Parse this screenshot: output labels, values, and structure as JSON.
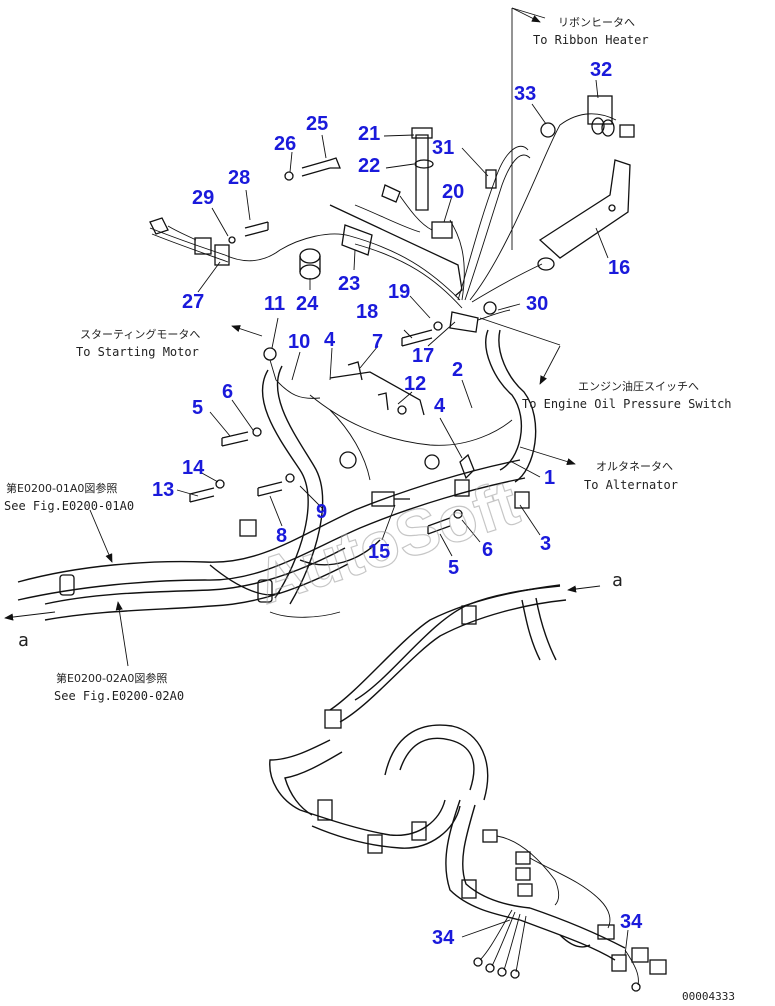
{
  "callouts": [
    {
      "id": "c1",
      "label": "1"
    },
    {
      "id": "c2",
      "label": "2"
    },
    {
      "id": "c3",
      "label": "3"
    },
    {
      "id": "c4a",
      "label": "4"
    },
    {
      "id": "c4b",
      "label": "4"
    },
    {
      "id": "c5a",
      "label": "5"
    },
    {
      "id": "c5b",
      "label": "5"
    },
    {
      "id": "c6a",
      "label": "6"
    },
    {
      "id": "c6b",
      "label": "6"
    },
    {
      "id": "c7",
      "label": "7"
    },
    {
      "id": "c8",
      "label": "8"
    },
    {
      "id": "c9",
      "label": "9"
    },
    {
      "id": "c10",
      "label": "10"
    },
    {
      "id": "c11",
      "label": "11"
    },
    {
      "id": "c12",
      "label": "12"
    },
    {
      "id": "c13",
      "label": "13"
    },
    {
      "id": "c14",
      "label": "14"
    },
    {
      "id": "c15",
      "label": "15"
    },
    {
      "id": "c16",
      "label": "16"
    },
    {
      "id": "c17",
      "label": "17"
    },
    {
      "id": "c18",
      "label": "18"
    },
    {
      "id": "c19",
      "label": "19"
    },
    {
      "id": "c20",
      "label": "20"
    },
    {
      "id": "c21",
      "label": "21"
    },
    {
      "id": "c22",
      "label": "22"
    },
    {
      "id": "c23",
      "label": "23"
    },
    {
      "id": "c24",
      "label": "24"
    },
    {
      "id": "c25",
      "label": "25"
    },
    {
      "id": "c26",
      "label": "26"
    },
    {
      "id": "c27",
      "label": "27"
    },
    {
      "id": "c28",
      "label": "28"
    },
    {
      "id": "c29",
      "label": "29"
    },
    {
      "id": "c30",
      "label": "30"
    },
    {
      "id": "c31",
      "label": "31"
    },
    {
      "id": "c32",
      "label": "32"
    },
    {
      "id": "c33",
      "label": "33"
    },
    {
      "id": "c34a",
      "label": "34"
    },
    {
      "id": "c34b",
      "label": "34"
    }
  ],
  "notes": {
    "ribbon_heater_jp": "リボンヒータへ",
    "ribbon_heater_en": "To Ribbon Heater",
    "starting_motor_jp": "スターティングモータへ",
    "starting_motor_en": "To Starting Motor",
    "oil_pressure_jp": "エンジン油圧スイッチへ",
    "oil_pressure_en": "To Engine Oil Pressure Switch",
    "alternator_jp": "オルタネータへ",
    "alternator_en": "To Alternator",
    "fig01_jp": "第E0200-01A0図参照",
    "fig01_en": "See Fig.E0200-01A0",
    "fig02_jp": "第E0200-02A0図参照",
    "fig02_en": "See Fig.E0200-02A0",
    "ref_a_left": "a",
    "ref_a_right": "a"
  },
  "watermark": "AutoSoft",
  "drawing_number": "00004333"
}
